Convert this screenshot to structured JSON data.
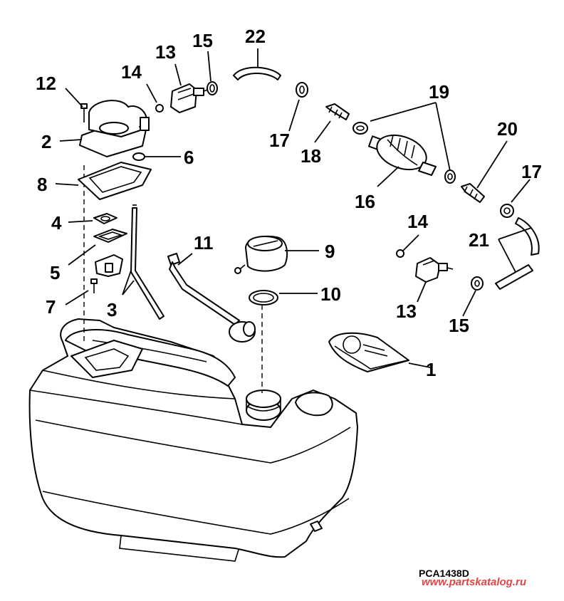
{
  "callouts": {
    "c1": "1",
    "c2": "2",
    "c3": "3",
    "c4": "4",
    "c5": "5",
    "c6": "6",
    "c7": "7",
    "c8": "8",
    "c9": "9",
    "c10": "10",
    "c11": "11",
    "c12": "12",
    "c13a": "13",
    "c13b": "13",
    "c14a": "14",
    "c14b": "14",
    "c15a": "15",
    "c15b": "15",
    "c16": "16",
    "c17a": "17",
    "c17b": "17",
    "c18": "18",
    "c19": "19",
    "c20": "20",
    "c21": "21",
    "c22": "22"
  },
  "diagram_code": "PCA1438D",
  "watermark": "www.partskatalog.ru",
  "colors": {
    "line": "#000000",
    "background": "#ffffff",
    "watermark": "#e04646"
  }
}
